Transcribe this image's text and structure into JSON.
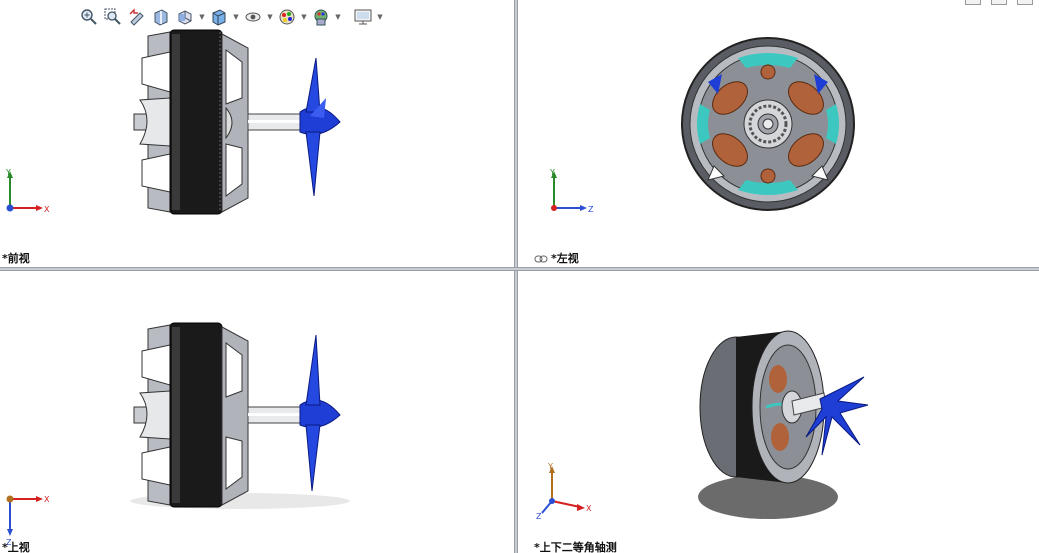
{
  "viewports": {
    "front": {
      "label": "*前视"
    },
    "left": {
      "label": "*左视"
    },
    "top": {
      "label": "*上视"
    },
    "iso": {
      "label": "*上下二等角轴测"
    }
  },
  "triad": {
    "front": {
      "a": "Y",
      "b": "X"
    },
    "left": {
      "a": "Y",
      "b": "Z"
    },
    "top": {
      "a": "X",
      "b": "Z"
    },
    "iso": {
      "a": "Y",
      "b": "X",
      "c": "Z"
    }
  },
  "toolbar": {
    "items": [
      "zoom-to-fit-icon",
      "zoom-area-icon",
      "previous-view-icon",
      "section-view-icon",
      "view-orientation-icon",
      "display-style-icon",
      "hide-show-items-icon",
      "edit-appearance-icon",
      "apply-scene-icon",
      "view-settings-icon"
    ]
  },
  "colors": {
    "accent": "#2a4fd0",
    "axis_x": "#d42020",
    "axis_y": "#2a8a2a",
    "axis_z": "#2a4fd0",
    "axis_origin": "#b07020",
    "motor_dark": "#1a1a1a",
    "motor_metal": "#8c9096",
    "propeller": "#1f3ed6",
    "coil": "#b0623a",
    "teal": "#3cc8c0"
  }
}
